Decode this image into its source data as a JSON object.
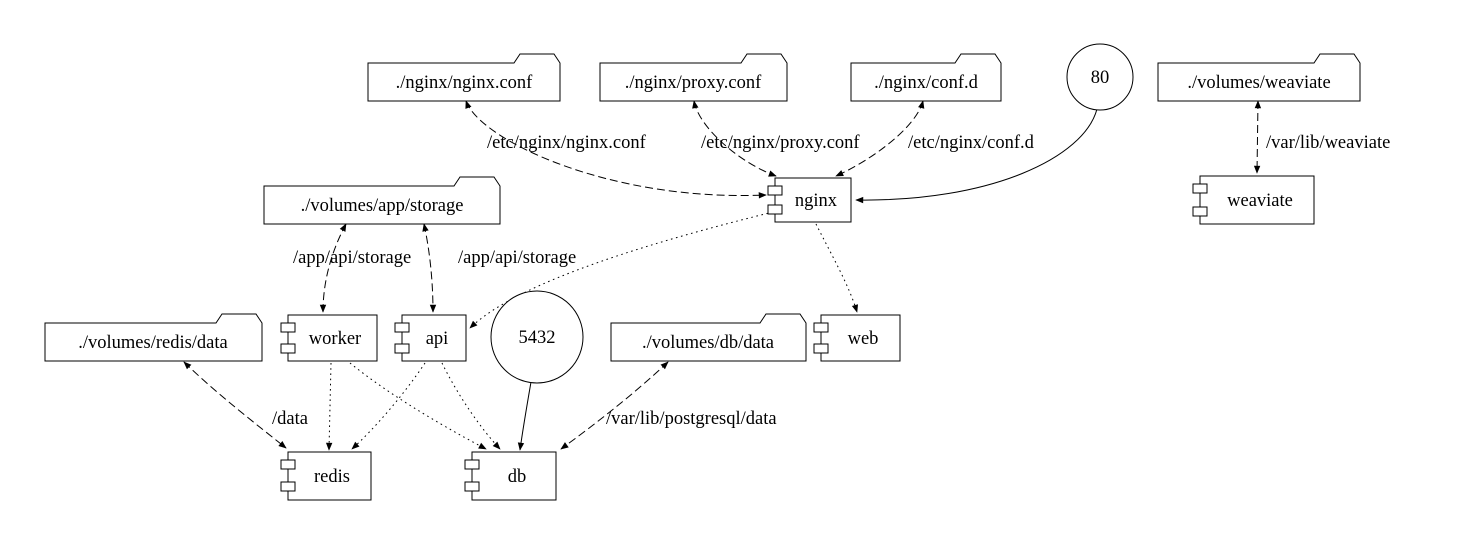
{
  "diagram": {
    "background_color": "#ffffff",
    "line_color": "#000000",
    "nodes": {
      "nginx_conf": {
        "label": "./nginx/nginx.conf",
        "type": "folder"
      },
      "proxy_conf": {
        "label": "./nginx/proxy.conf",
        "type": "folder"
      },
      "conf_d": {
        "label": "./nginx/conf.d",
        "type": "folder"
      },
      "port_80": {
        "label": "80",
        "type": "circle"
      },
      "volumes_weaviate": {
        "label": "./volumes/weaviate",
        "type": "folder"
      },
      "volumes_app_storage": {
        "label": "./volumes/app/storage",
        "type": "folder"
      },
      "nginx": {
        "label": "nginx",
        "type": "component"
      },
      "weaviate": {
        "label": "weaviate",
        "type": "component"
      },
      "volumes_redis_data": {
        "label": "./volumes/redis/data",
        "type": "folder"
      },
      "worker": {
        "label": "worker",
        "type": "component"
      },
      "api": {
        "label": "api",
        "type": "component"
      },
      "port_5432": {
        "label": "5432",
        "type": "circle"
      },
      "volumes_db_data": {
        "label": "./volumes/db/data",
        "type": "folder"
      },
      "web": {
        "label": "web",
        "type": "component"
      },
      "redis": {
        "label": "redis",
        "type": "component"
      },
      "db": {
        "label": "db",
        "type": "component"
      }
    },
    "edges": [
      {
        "from": "./nginx/nginx.conf",
        "to": "nginx",
        "style": "dashed",
        "direction": "both",
        "label": "/etc/nginx/nginx.conf"
      },
      {
        "from": "./nginx/proxy.conf",
        "to": "nginx",
        "style": "dashed",
        "direction": "both",
        "label": "/etc/nginx/proxy.conf"
      },
      {
        "from": "./nginx/conf.d",
        "to": "nginx",
        "style": "dashed",
        "direction": "both",
        "label": "/etc/nginx/conf.d"
      },
      {
        "from": "80",
        "to": "nginx",
        "style": "solid",
        "direction": "forward",
        "label": ""
      },
      {
        "from": "./volumes/weaviate",
        "to": "weaviate",
        "style": "dashed",
        "direction": "both",
        "label": "/var/lib/weaviate"
      },
      {
        "from": "./volumes/app/storage",
        "to": "worker",
        "style": "dashed",
        "direction": "both",
        "label": "/app/api/storage"
      },
      {
        "from": "./volumes/app/storage",
        "to": "api",
        "style": "dashed",
        "direction": "both",
        "label": "/app/api/storage"
      },
      {
        "from": "nginx",
        "to": "api",
        "style": "dotted",
        "direction": "forward",
        "label": ""
      },
      {
        "from": "nginx",
        "to": "web",
        "style": "dotted",
        "direction": "forward",
        "label": ""
      },
      {
        "from": "./volumes/redis/data",
        "to": "redis",
        "style": "dashed",
        "direction": "both",
        "label": "/data"
      },
      {
        "from": "worker",
        "to": "redis",
        "style": "dotted",
        "direction": "forward",
        "label": ""
      },
      {
        "from": "worker",
        "to": "db",
        "style": "dotted",
        "direction": "forward",
        "label": ""
      },
      {
        "from": "api",
        "to": "redis",
        "style": "dotted",
        "direction": "forward",
        "label": ""
      },
      {
        "from": "api",
        "to": "db",
        "style": "dotted",
        "direction": "forward",
        "label": ""
      },
      {
        "from": "5432",
        "to": "db",
        "style": "solid",
        "direction": "forward",
        "label": ""
      },
      {
        "from": "./volumes/db/data",
        "to": "db",
        "style": "dashed",
        "direction": "both",
        "label": "/var/lib/postgresql/data"
      }
    ]
  }
}
